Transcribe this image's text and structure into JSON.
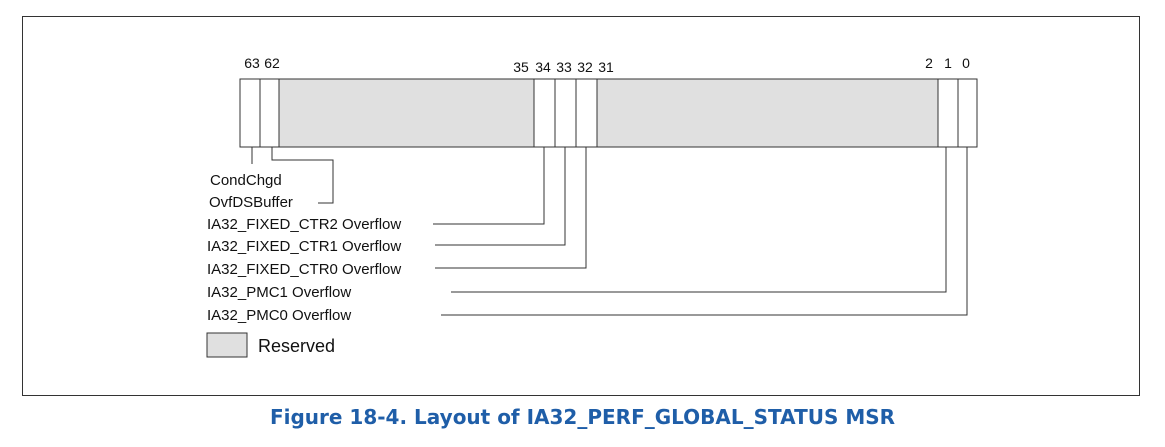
{
  "diagram": {
    "bit_labels": [
      "63",
      "62",
      "35",
      "34",
      "33",
      "32",
      "31",
      "2",
      "1",
      "0"
    ],
    "fields": [
      "CondChgd",
      "OvfDSBuffer",
      "IA32_FIXED_CTR2 Overflow",
      "IA32_FIXED_CTR1 Overflow",
      "IA32_FIXED_CTR0 Overflow",
      "IA32_PMC1 Overflow",
      "IA32_PMC0 Overflow"
    ],
    "legend": {
      "label": "Reserved",
      "color": "#e0e0e0"
    }
  },
  "caption": "Figure 18-4.  Layout of IA32_PERF_GLOBAL_STATUS MSR"
}
